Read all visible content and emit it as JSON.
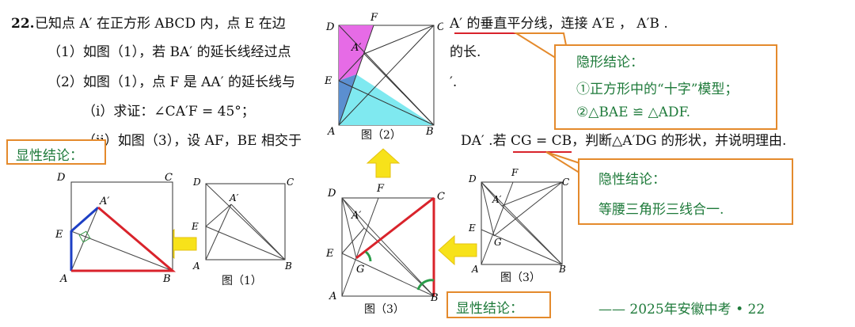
{
  "problem": {
    "number": "22.",
    "line1_a": "已知点 A′ 在正方形 ABCD 内，点 E 在边",
    "line1_b": "A′ 的垂直平分线，连接 A′E ， A′B .",
    "line2_a": "（1）如图（1），若 BA′ 的延长线经过点",
    "line2_b": "的长.",
    "line3": "（2）如图（1），点 F 是 AA′ 的延长线与",
    "line3_b": "′.",
    "line4": "（i）求证：∠CA′F = 45°；",
    "line5_a": "（ii）如图（3），设 AF，BE 相交于",
    "line5_b": "DA′ .若 CG = CB，判断△A′DG 的形状，并说明理由."
  },
  "callouts": {
    "hidden1_title": "隐形结论：",
    "hidden1_item1": "①正方形中的“十字”模型；",
    "hidden1_item2": "②△BAE ≌ △ADF.",
    "hidden2_title": "隐性结论：",
    "hidden2_body": "等腰三角形三线合一.",
    "explicit_left": "显性结论：",
    "explicit_bottom": "显性结论："
  },
  "captions": {
    "fig2": "图（2）",
    "fig1_small": "图（1）",
    "fig3_big": "图（3）",
    "fig3_small": "图（3）"
  },
  "labels": {
    "A": "A",
    "B": "B",
    "C": "C",
    "D": "D",
    "E": "E",
    "F": "F",
    "G": "G",
    "Ap": "A′"
  },
  "source": "—— 2025年安徽中考 • 22",
  "colors": {
    "accent": "#e48a2c",
    "green": "#1e7a3a",
    "red": "#d9232b",
    "blue": "#1d3fc4",
    "magenta": "#e66be6",
    "cyan": "#7fe9f0",
    "arrow": "#f7e21a"
  }
}
